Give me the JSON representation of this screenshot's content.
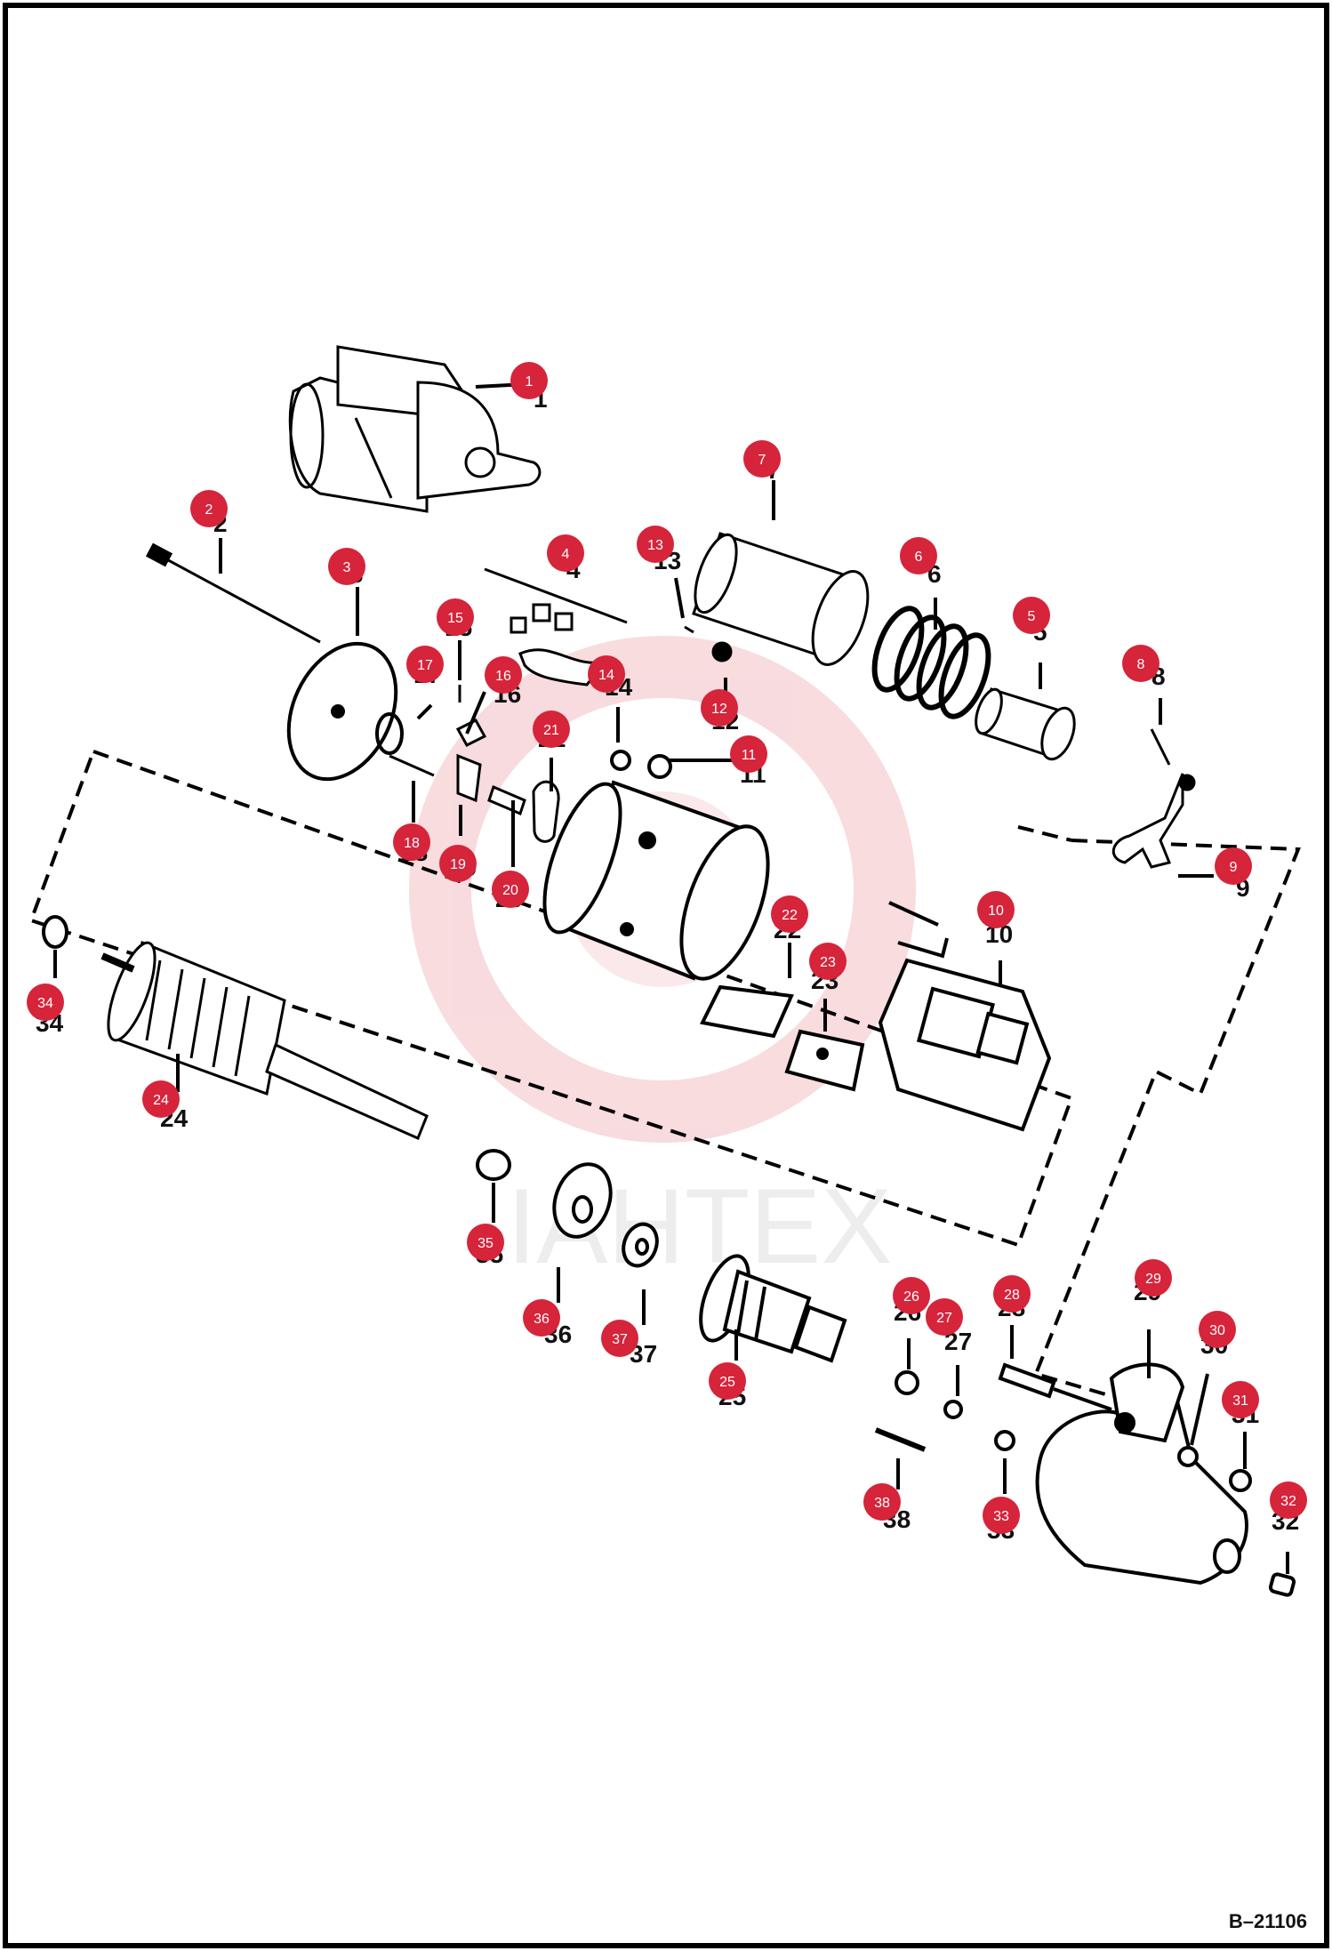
{
  "diagram": {
    "document_id": "B–21106",
    "watermark_text": "IAHTEX",
    "badge_color": "#d6243a",
    "parts": [
      {
        "id": "1",
        "label": "1"
      },
      {
        "id": "2",
        "label": "2"
      },
      {
        "id": "3",
        "label": "3"
      },
      {
        "id": "4",
        "label": "4"
      },
      {
        "id": "5",
        "label": "5"
      },
      {
        "id": "6",
        "label": "6"
      },
      {
        "id": "7",
        "label": "7"
      },
      {
        "id": "8",
        "label": "8"
      },
      {
        "id": "9",
        "label": "9"
      },
      {
        "id": "10",
        "label": "10"
      },
      {
        "id": "11",
        "label": "11"
      },
      {
        "id": "12",
        "label": "12"
      },
      {
        "id": "13",
        "label": "13"
      },
      {
        "id": "14",
        "label": "14"
      },
      {
        "id": "15",
        "label": "15"
      },
      {
        "id": "16",
        "label": "16"
      },
      {
        "id": "17",
        "label": "17"
      },
      {
        "id": "18",
        "label": "18"
      },
      {
        "id": "19",
        "label": "19"
      },
      {
        "id": "20",
        "label": "20"
      },
      {
        "id": "21",
        "label": "21"
      },
      {
        "id": "22",
        "label": "22"
      },
      {
        "id": "23",
        "label": "23"
      },
      {
        "id": "24",
        "label": "24"
      },
      {
        "id": "25",
        "label": "25"
      },
      {
        "id": "26",
        "label": "26"
      },
      {
        "id": "27",
        "label": "27"
      },
      {
        "id": "28",
        "label": "28"
      },
      {
        "id": "29",
        "label": "29"
      },
      {
        "id": "30",
        "label": "30"
      },
      {
        "id": "31",
        "label": "31"
      },
      {
        "id": "32",
        "label": "32"
      },
      {
        "id": "33",
        "label": "33"
      },
      {
        "id": "34",
        "label": "34"
      },
      {
        "id": "35",
        "label": "35"
      },
      {
        "id": "36",
        "label": "36"
      },
      {
        "id": "37",
        "label": "37"
      },
      {
        "id": "38",
        "label": "38"
      }
    ]
  }
}
